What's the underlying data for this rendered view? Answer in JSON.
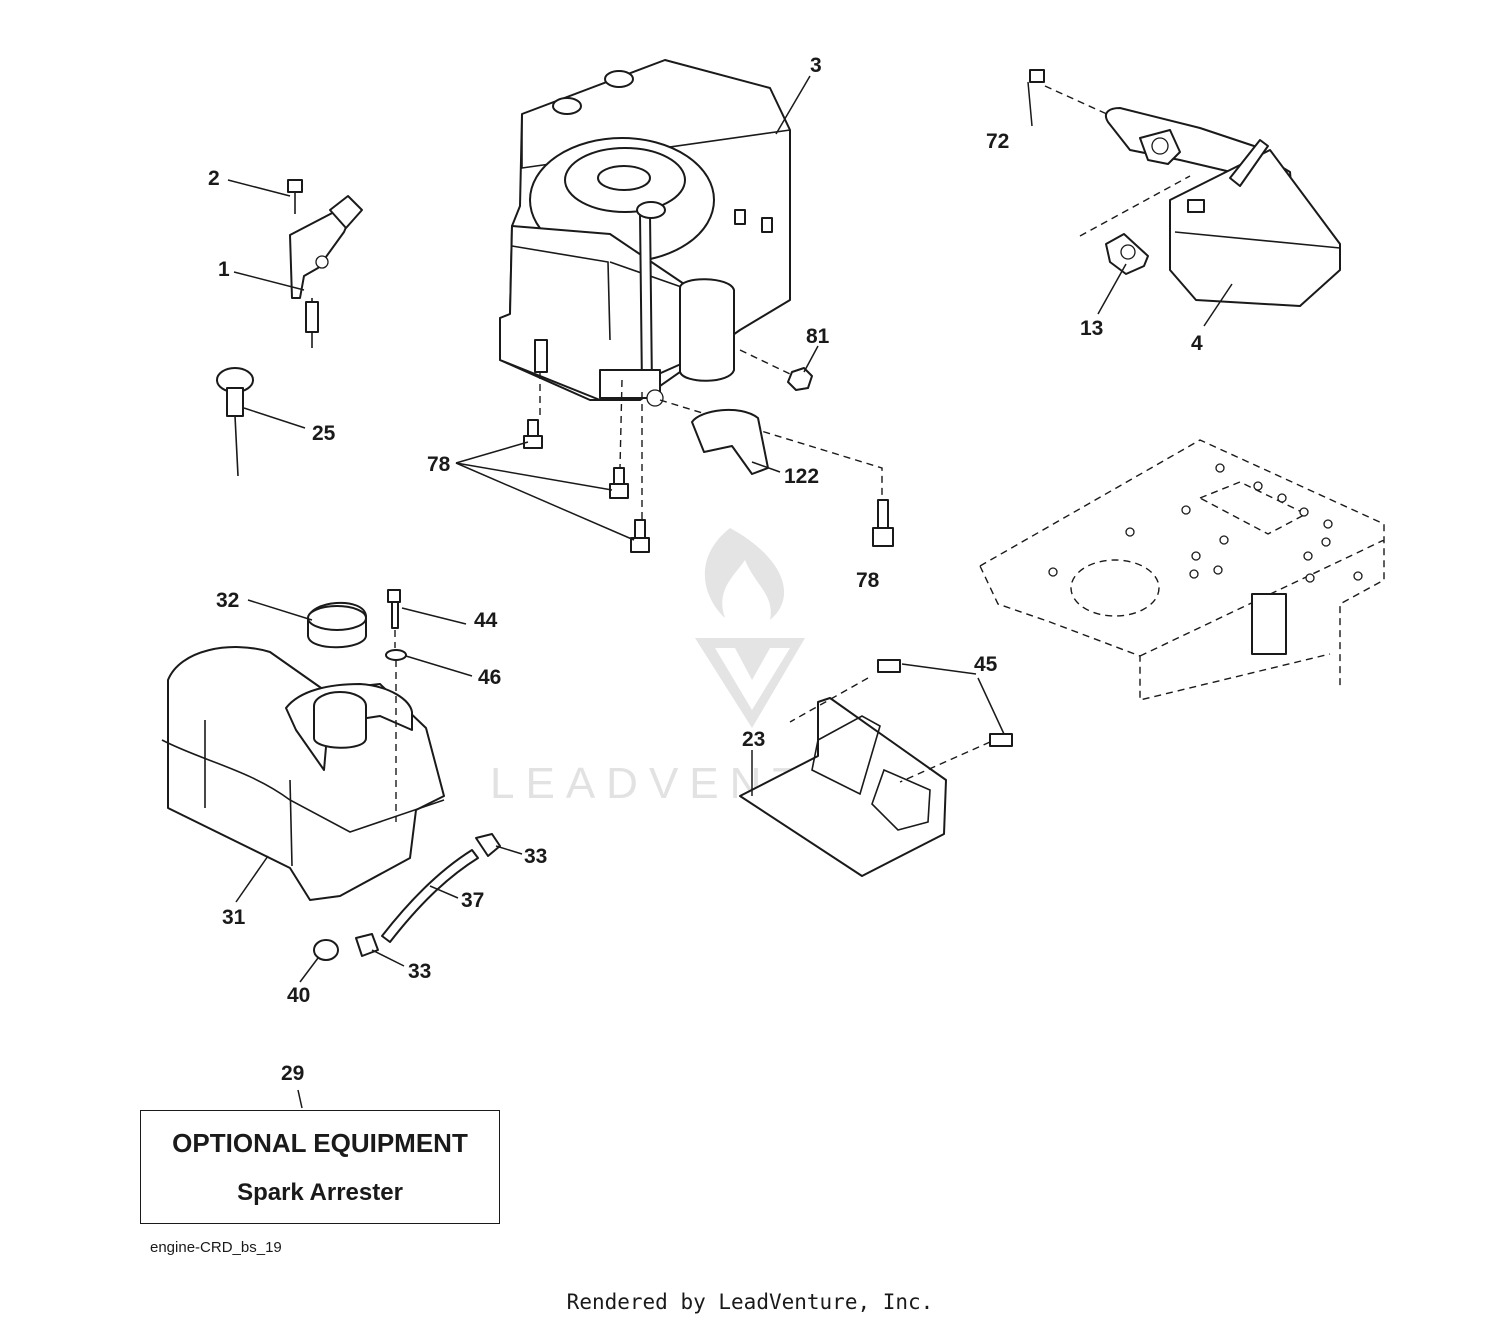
{
  "callouts": {
    "c1": "1",
    "c2": "2",
    "c3": "3",
    "c4": "4",
    "c13": "13",
    "c23": "23",
    "c25": "25",
    "c29": "29",
    "c31": "31",
    "c32": "32",
    "c33a": "33",
    "c33b": "33",
    "c37": "37",
    "c40": "40",
    "c44": "44",
    "c45": "45",
    "c46": "46",
    "c72": "72",
    "c78a": "78",
    "c78b": "78",
    "c81": "81",
    "c122": "122"
  },
  "optional_box": {
    "title": "OPTIONAL EQUIPMENT",
    "subtitle": "Spark Arrester"
  },
  "diagram_id": "engine-CRD_bs_19",
  "render_credit": "Rendered by LeadVenture, Inc.",
  "watermark": {
    "text": "LEADVENTURE",
    "icon": "flame-v-logo-icon"
  }
}
